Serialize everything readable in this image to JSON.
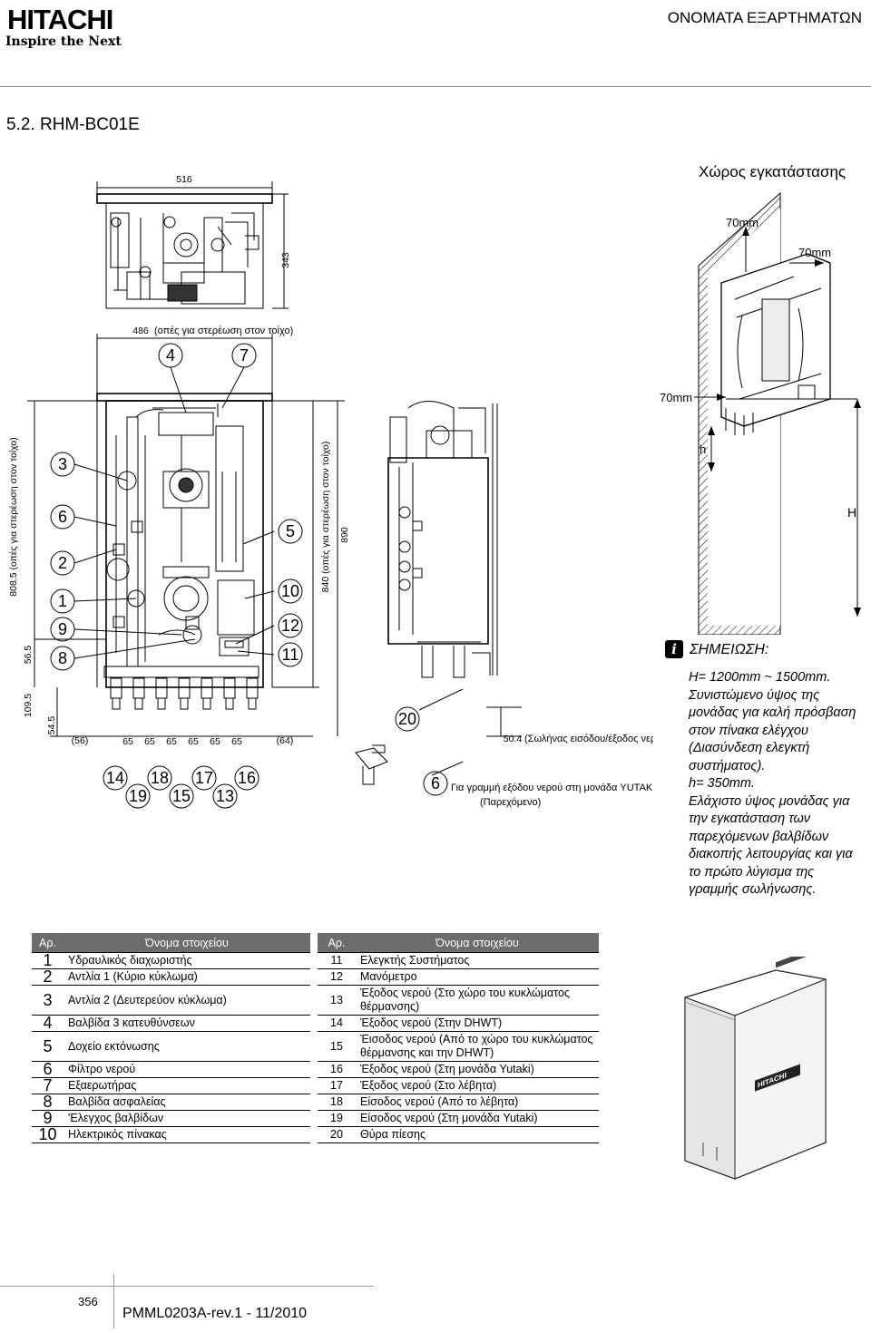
{
  "header": {
    "brand": "HITACHI",
    "tagline": "Inspire the Next",
    "section": "ΟΝΟΜΑΤΑ ΕΞΑΡΤΗΜΑΤΩΝ"
  },
  "title": "5.2. RHM-BC01E",
  "diagram": {
    "top_width": "516",
    "top_depth": "343",
    "front_hole_width": "486",
    "front_hole_note": "(οπές για στερέωση στον τοίχο)",
    "left_height_label": "808.5 (οπές για στερέωση στον τοίχο)",
    "dim_565": "56.5",
    "dim_1095": "109.5",
    "dim_545": "54.5",
    "right_height_label": "840 (οπές για στερέωση στον τοίχο)",
    "height_890": "890",
    "bottom_left": "(56)",
    "bottom_right": "(64)",
    "bottom_spacing": "65",
    "callouts_top": [
      "4",
      "7"
    ],
    "callouts_left": [
      "3",
      "6",
      "2",
      "1",
      "9",
      "8"
    ],
    "callouts_right": [
      "5",
      "10",
      "12",
      "11"
    ],
    "callouts_bottom": [
      "14",
      "18",
      "17",
      "16",
      "19",
      "15",
      "13"
    ],
    "callout_20": "20",
    "callout_6": "6",
    "side_dim": "50.4",
    "side_note": "(Σωλήνας εισόδου/έξοδος νερού)",
    "filter_note_line1": "Για γραμμή εξόδου νερού στη μονάδα YUTAKI",
    "filter_note_line2": "(Παρεχόμενο)"
  },
  "install_space": {
    "title": "Χώρος εγκατάστασης",
    "clear_top": "70mm",
    "clear_side": "70mm",
    "clear_left": "70mm",
    "h_label": "h",
    "H_label": "H"
  },
  "note": {
    "icon": "info-icon",
    "title": "ΣΗΜΕΙΩΣΗ:",
    "line1": "H= 1200mm ~ 1500mm.",
    "line2": "Συνιστώμενο ύψος της μονάδας για καλή πρόσβαση στον πίνακα ελέγχου (Διασύνδεση ελεγκτή συστήματος).",
    "line3": "h= 350mm.",
    "line4": "Ελάχιστο ύψος μονάδας για την εγκατάσταση των παρεχόμενων βαλβίδων διακοπής λειτουργίας και για το πρώτο λύγισμα της γραμμής σωλήνωσης."
  },
  "table": {
    "headers": [
      "Αρ.",
      "Όνομα στοιχείου",
      "Αρ.",
      "Όνομα στοιχείου"
    ],
    "rows": [
      [
        "1",
        "Υδραυλικός διαχωριστής",
        "11",
        "Ελεγκτής Συστήματος"
      ],
      [
        "2",
        "Αντλία 1 (Κύριο κύκλωμα)",
        "12",
        "Μανόμετρο"
      ],
      [
        "3",
        "Αντλία 2 (Δευτερεύον κύκλωμα)",
        "13",
        "Έξοδος νερού (Στο χώρο του κυκλώματος θέρμανσης)"
      ],
      [
        "4",
        "Βαλβίδα 3 κατευθύνσεων",
        "14",
        "Έξοδος νερού (Στην DHWT)"
      ],
      [
        "5",
        "Δοχείο εκτόνωσης",
        "15",
        "Έισοδος νερού (Από το χώρο του κυκλώματος θέρμανσης και την DHWT)"
      ],
      [
        "6",
        "Φίλτρο νερού",
        "16",
        "Έξοδος νερού (Στη μονάδα Yutaki)"
      ],
      [
        "7",
        "Εξαερωτήρας",
        "17",
        "Έξοδος νερού (Στο λέβητα)"
      ],
      [
        "8",
        "Βαλβίδα ασφαλείας",
        "18",
        "Είσοδος νερού (Από το λέβητα)"
      ],
      [
        "9",
        "'Ελεγχος βαλβίδων",
        "19",
        "Είσοδος νερού (Στη μονάδα Yutaki)"
      ],
      [
        "10",
        "Ηλεκτρικός πίνακας",
        "20",
        "Θύρα πίεσης"
      ]
    ]
  },
  "unit_logo": "HITACHI",
  "footer": {
    "page": "356",
    "code": "PMML0203A-rev.1 - 11/2010"
  }
}
